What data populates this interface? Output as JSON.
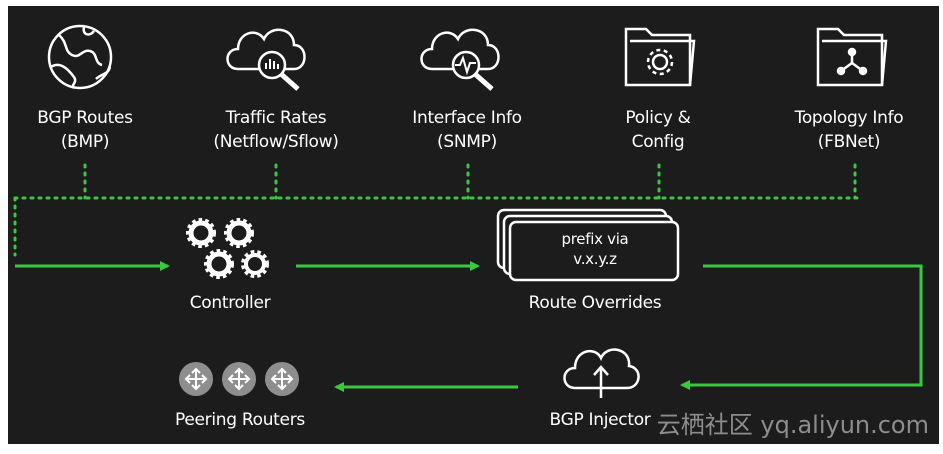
{
  "sources": [
    {
      "line1": "BGP Routes",
      "line2": "(BMP)",
      "icon": "globe-icon"
    },
    {
      "line1": "Traffic Rates",
      "line2": "(Netflow/Sflow)",
      "icon": "cloud-chart-search-icon"
    },
    {
      "line1": "Interface Info",
      "line2": "(SNMP)",
      "icon": "cloud-pulse-search-icon"
    },
    {
      "line1": "Policy &",
      "line2": "Config",
      "icon": "gear-folder-icon"
    },
    {
      "line1": "Topology Info",
      "line2": "(FBNet)",
      "icon": "network-folder-icon"
    }
  ],
  "nodes": {
    "controller": "Controller",
    "route_overrides": "Route Overrides",
    "override_card_line1": "prefix via",
    "override_card_line2": "v.x.y.z",
    "bgp_injector": "BGP Injector",
    "peering_routers": "Peering Routers"
  },
  "watermark": "云栖社区 yq.aliyun.com",
  "colors": {
    "background": "#1c1c1c",
    "flow": "#39c83f",
    "text": "#ffffff"
  }
}
